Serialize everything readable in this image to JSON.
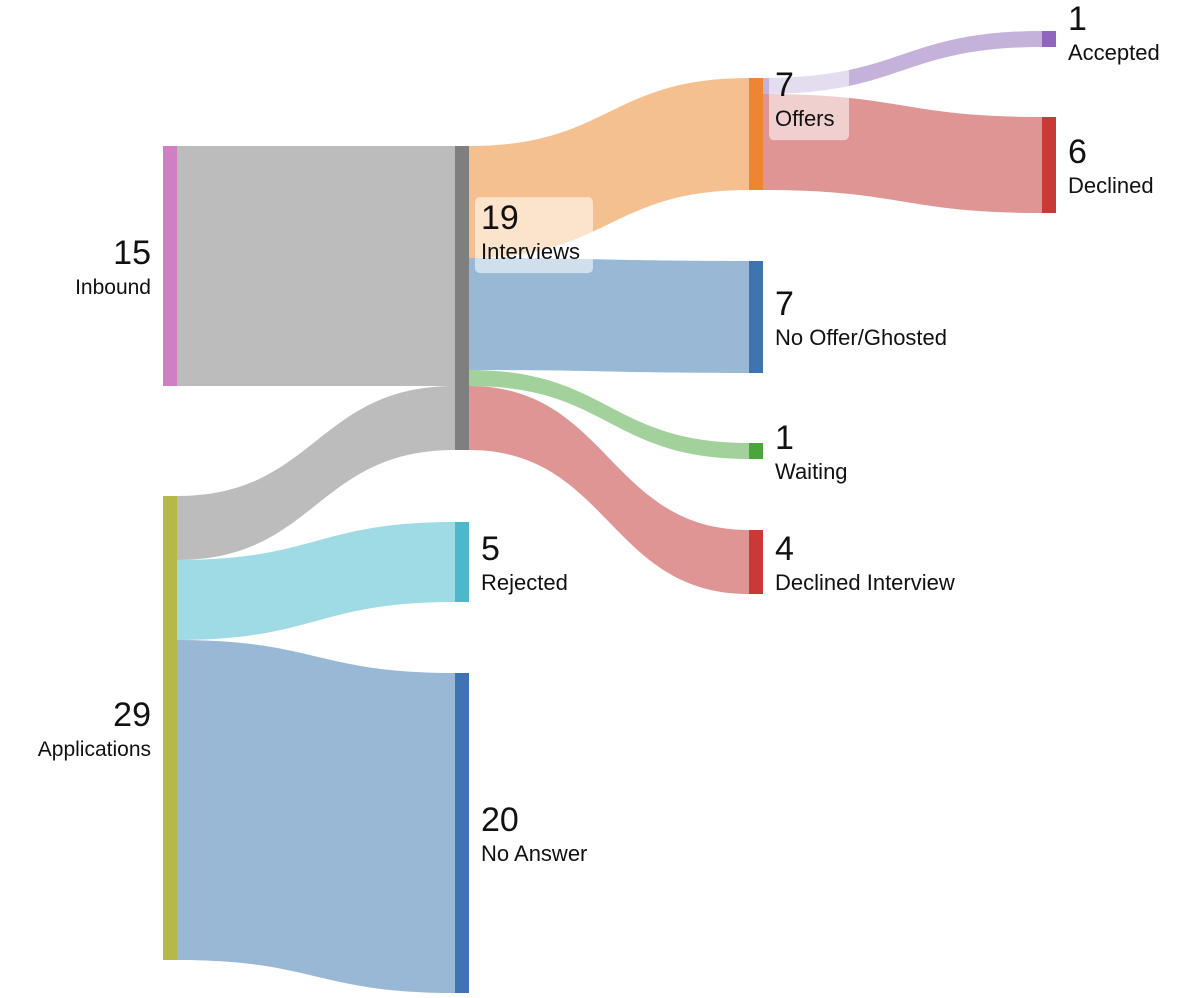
{
  "chart_data": {
    "type": "sankey",
    "nodes": [
      {
        "id": "inbound",
        "label": "Inbound",
        "value": 15,
        "color": "#d17fc4"
      },
      {
        "id": "applications",
        "label": "Applications",
        "value": 29,
        "color": "#b6b94a"
      },
      {
        "id": "interviews",
        "label": "Interviews",
        "value": 19,
        "color": "#7f7f7f"
      },
      {
        "id": "rejected",
        "label": "Rejected",
        "value": 5,
        "color": "#4db8cc"
      },
      {
        "id": "no_answer",
        "label": "No Answer",
        "value": 20,
        "color": "#3f74b0"
      },
      {
        "id": "offers",
        "label": "Offers",
        "value": 7,
        "color": "#ee8533"
      },
      {
        "id": "no_offer",
        "label": "No Offer/Ghosted",
        "value": 7,
        "color": "#3f74b0"
      },
      {
        "id": "waiting",
        "label": "Waiting",
        "value": 1,
        "color": "#4aa53c"
      },
      {
        "id": "declined_interview",
        "label": "Declined Interview",
        "value": 4,
        "color": "#c93a36"
      },
      {
        "id": "accepted",
        "label": "Accepted",
        "value": 1,
        "color": "#9164bd"
      },
      {
        "id": "declined",
        "label": "Declined",
        "value": 6,
        "color": "#c93a36"
      }
    ],
    "links": [
      {
        "source": "inbound",
        "target": "interviews",
        "value": 15,
        "color": "#bcbcbc"
      },
      {
        "source": "applications",
        "target": "interviews",
        "value": 4,
        "color": "#bcbcbc"
      },
      {
        "source": "applications",
        "target": "rejected",
        "value": 5,
        "color": "#9fdbe5"
      },
      {
        "source": "applications",
        "target": "no_answer",
        "value": 20,
        "color": "#98b8d6"
      },
      {
        "source": "interviews",
        "target": "offers",
        "value": 7,
        "color": "#f5c08f"
      },
      {
        "source": "interviews",
        "target": "no_offer",
        "value": 7,
        "color": "#98b8d6"
      },
      {
        "source": "interviews",
        "target": "waiting",
        "value": 1,
        "color": "#a3d19b"
      },
      {
        "source": "interviews",
        "target": "declined_interview",
        "value": 4,
        "color": "#de9594"
      },
      {
        "source": "offers",
        "target": "accepted",
        "value": 1,
        "color": "#c4b2db"
      },
      {
        "source": "offers",
        "target": "declined",
        "value": 6,
        "color": "#de9594"
      }
    ]
  }
}
